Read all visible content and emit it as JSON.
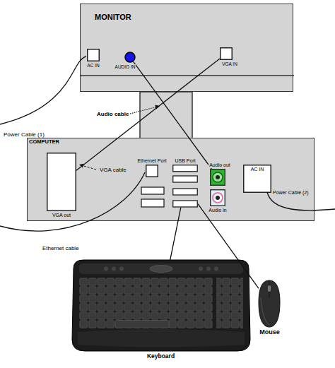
{
  "diagram": {
    "nodes": [
      {
        "text": [
          "MONITOR"
        ]
      },
      {
        "text": [
          "AC IN"
        ],
        "in": 0
      },
      {
        "text": [
          "AUDIO IN"
        ],
        "in": 0
      },
      {
        "text": [
          "VGA IN"
        ],
        "in": 0
      },
      {
        "text": [
          "COMPUTER"
        ]
      },
      {
        "text": [
          "VGA out"
        ],
        "in": 4
      },
      {
        "text": [
          "Ethernet Port"
        ],
        "in": 4
      },
      {
        "text": [
          "USB Port"
        ],
        "in": 4
      },
      {
        "text": [
          "Audio out"
        ],
        "in": 4
      },
      {
        "text": [
          "Audio in"
        ],
        "in": 4
      },
      {
        "text": [
          "AC IN"
        ],
        "in": 4
      },
      {
        "text": [
          "Keyboard"
        ]
      },
      {
        "text": [
          "Mouse"
        ]
      }
    ],
    "edges": [
      {
        "from": 2,
        "to": 8,
        "arrow": "none"
      },
      {
        "from": 3,
        "to": 5,
        "arrow": "none"
      },
      {
        "from": 7,
        "to": 11,
        "arrow": "none"
      },
      {
        "from": 7,
        "to": 12,
        "arrow": "none"
      }
    ],
    "labels": [
      "Power Cable (1)",
      "Audio cable",
      "VGA cable",
      "Ethernet cable",
      "Power Cable (2)"
    ]
  }
}
